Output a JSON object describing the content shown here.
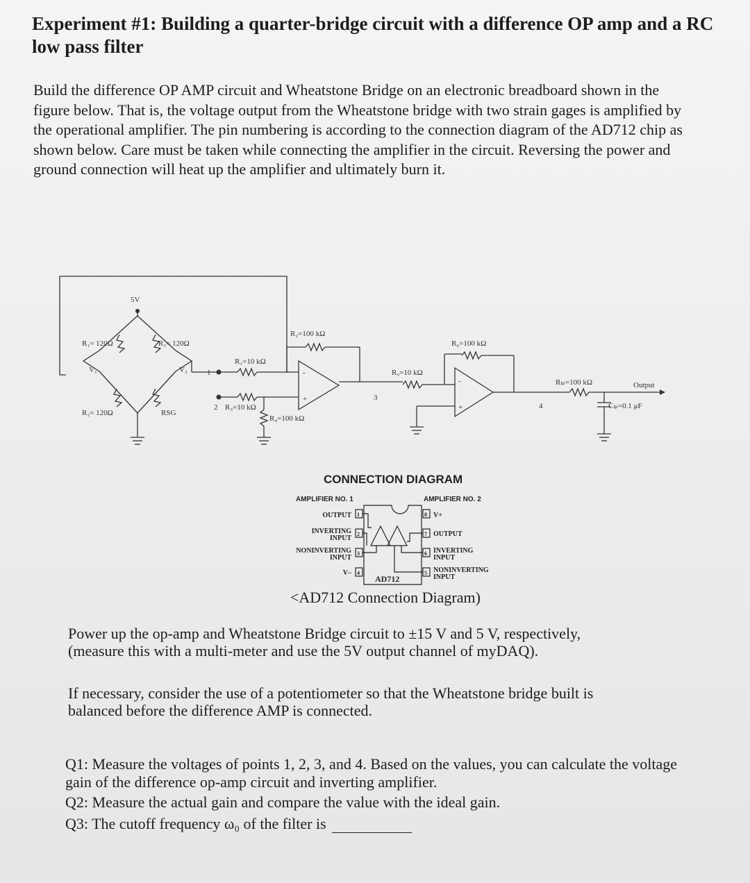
{
  "title": "Experiment #1: Building a quarter-bridge circuit with a difference OP amp and a RC low pass filter",
  "intro": "Build the difference OP AMP circuit and Wheatstone Bridge on an electronic breadboard shown in the figure below. That is, the voltage output from the Wheatstone bridge with two strain gages is amplified by the operational amplifier. The pin numbering is according to the connection diagram of the AD712 chip as shown below. Care must be taken while connecting the amplifier in the circuit. Reversing the power and ground connection will heat up the amplifier and ultimately burn it.",
  "circuit": {
    "supply": "5V",
    "rb1": "R₁= 120Ω",
    "rb2": "R₂= 120Ω",
    "rb3": "R₃= 120Ω",
    "rsg": "RSG",
    "v1": "V₁",
    "v2": "V₂",
    "r1": "R₁=10 kΩ",
    "r2": "R₂=100 kΩ",
    "r3": "R₃=10 kΩ",
    "r4": "R₄=100 kΩ",
    "r5": "R₅=10 kΩ",
    "r6": "R₆=100 kΩ",
    "rlp": "Rₗₚ=100 kΩ",
    "clp": "Cₗₚ=0.1 μF",
    "output": "Output",
    "node1": "1",
    "node2": "2",
    "node3": "3",
    "node4": "4",
    "minus": "-",
    "plus": "+"
  },
  "connection_diagram": {
    "heading": "CONNECTION DIAGRAM",
    "amp1": "AMPLIFIER NO. 1",
    "amp2": "AMPLIFIER NO. 2",
    "chip": "AD712",
    "left_pins": [
      {
        "num": "1",
        "line1": "OUTPUT",
        "line2": ""
      },
      {
        "num": "2",
        "line1": "INVERTING",
        "line2": "INPUT"
      },
      {
        "num": "3",
        "line1": "NONINVERTING",
        "line2": "INPUT"
      },
      {
        "num": "4",
        "line1": "V–",
        "line2": ""
      }
    ],
    "right_pins": [
      {
        "num": "8",
        "line1": "V+",
        "line2": ""
      },
      {
        "num": "7",
        "line1": "OUTPUT",
        "line2": ""
      },
      {
        "num": "6",
        "line1": "INVERTING",
        "line2": "INPUT"
      },
      {
        "num": "5",
        "line1": "NONINVERTING",
        "line2": "INPUT"
      }
    ],
    "caption": "<AD712 Connection Diagram)"
  },
  "para1": "Power up the op-amp and Wheatstone Bridge circuit to ±15 V and 5 V, respectively, (measure this with a multi-meter and use the 5V output channel of myDAQ).",
  "para2": "If necessary, consider the use of a potentiometer so that the Wheatstone bridge built is balanced before the difference AMP is connected.",
  "q1": "Q1: Measure the voltages of points 1, 2, 3, and 4. Based on the values, you can calculate the voltage gain of the difference op-amp circuit and inverting amplifier.",
  "q2": "Q2: Measure the actual gain and compare the value with the ideal gain.",
  "q3": "Q3: The cutoff frequency ω₀ of the filter is"
}
